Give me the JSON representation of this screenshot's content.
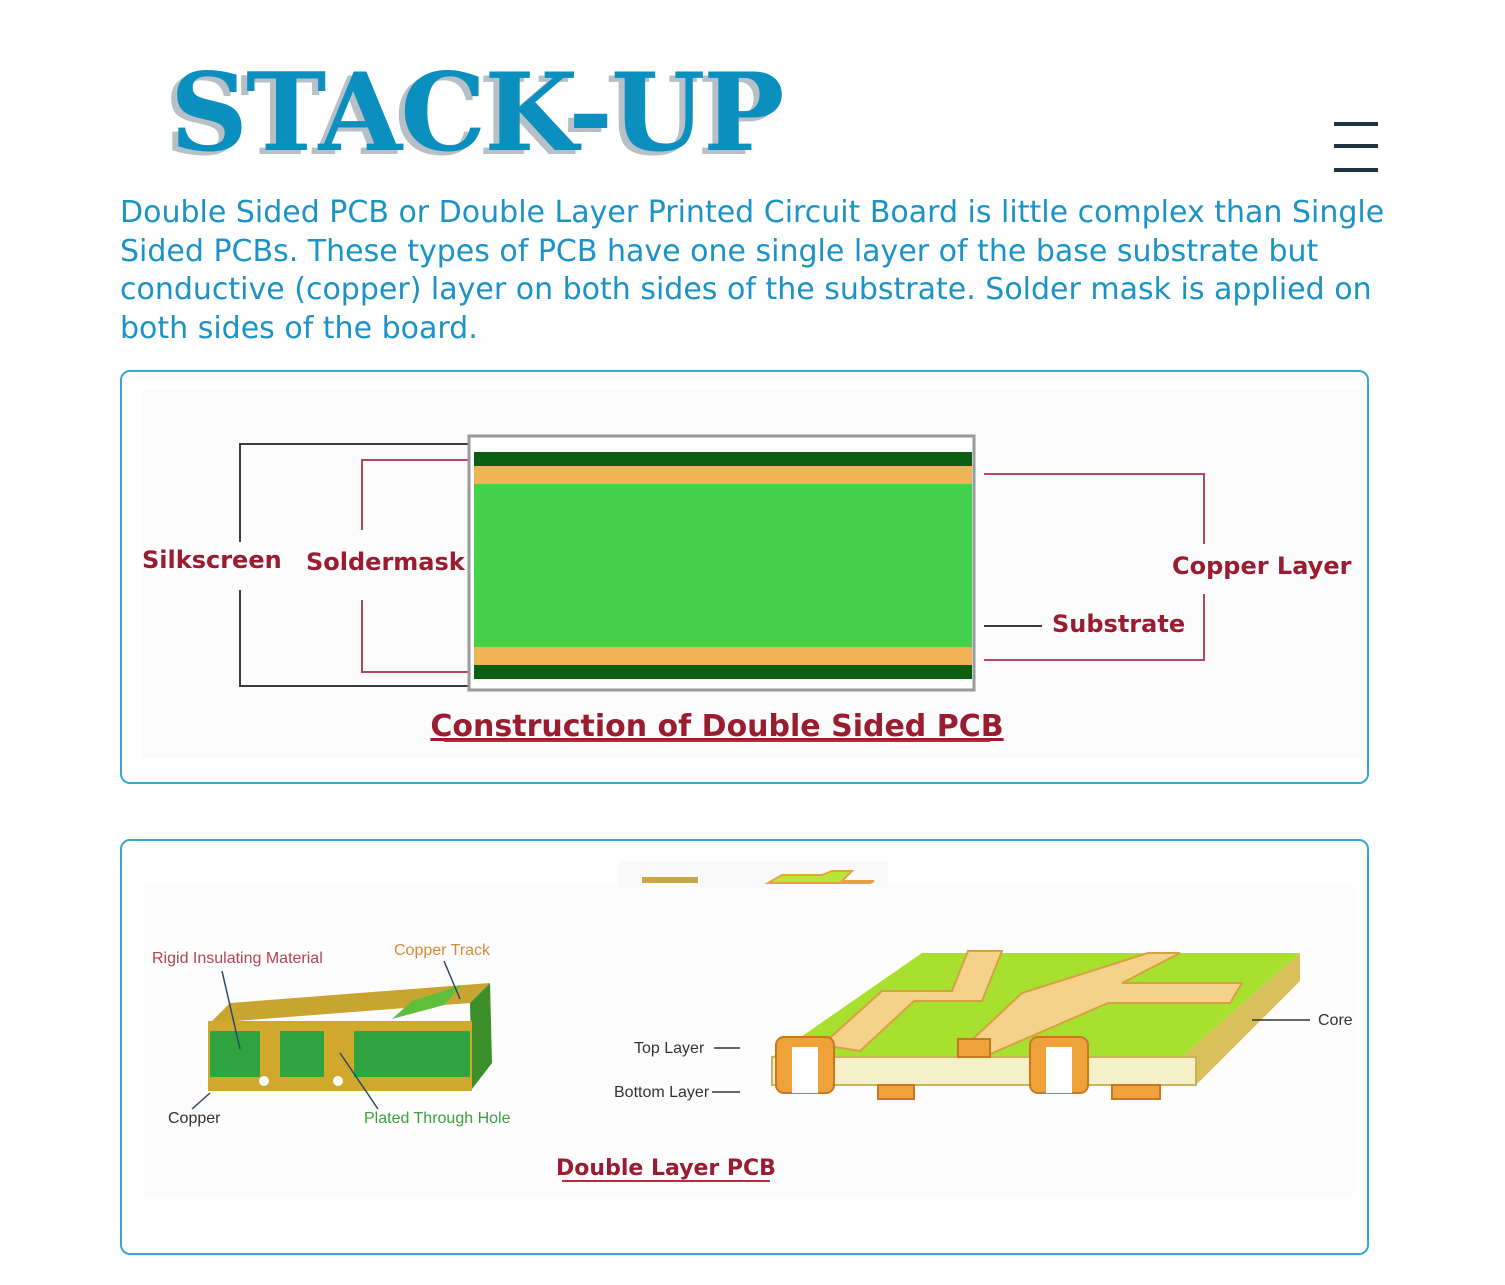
{
  "header": {
    "title": "STACK-UP",
    "menu_icon": "hamburger-menu-icon"
  },
  "intro_text": "Double Sided PCB or Double Layer Printed Circuit Board is little complex than Single Sided PCBs. These types of PCB have one single layer of the base substrate but conductive (copper) layer on both sides of the substrate. Solder mask is applied on both sides of the board.",
  "figure1": {
    "labels": {
      "silkscreen": "Silkscreen",
      "soldermask": "Soldermask",
      "copper_layer": "Copper Layer",
      "substrate": "Substrate"
    },
    "caption": "Construction of Double Sided PCB"
  },
  "figure2": {
    "labels": {
      "rigid_insulating_material": "Rigid Insulating Material",
      "copper_track": "Copper Track",
      "copper": "Copper",
      "plated_through_hole": "Plated  Through Hole",
      "top_layer": "Top Layer",
      "bottom_layer": "Bottom Layer",
      "core": "Core"
    },
    "caption": "Double Layer PCB"
  },
  "colors": {
    "accent": "#1b93c7",
    "title_blue": "#0b8fbf",
    "border": "#3aa6d2",
    "label_red": "#9a1c30",
    "substrate_green": "#44d24c",
    "copper_orange": "#f0b457",
    "mask_dark_green": "#0b5e12"
  }
}
